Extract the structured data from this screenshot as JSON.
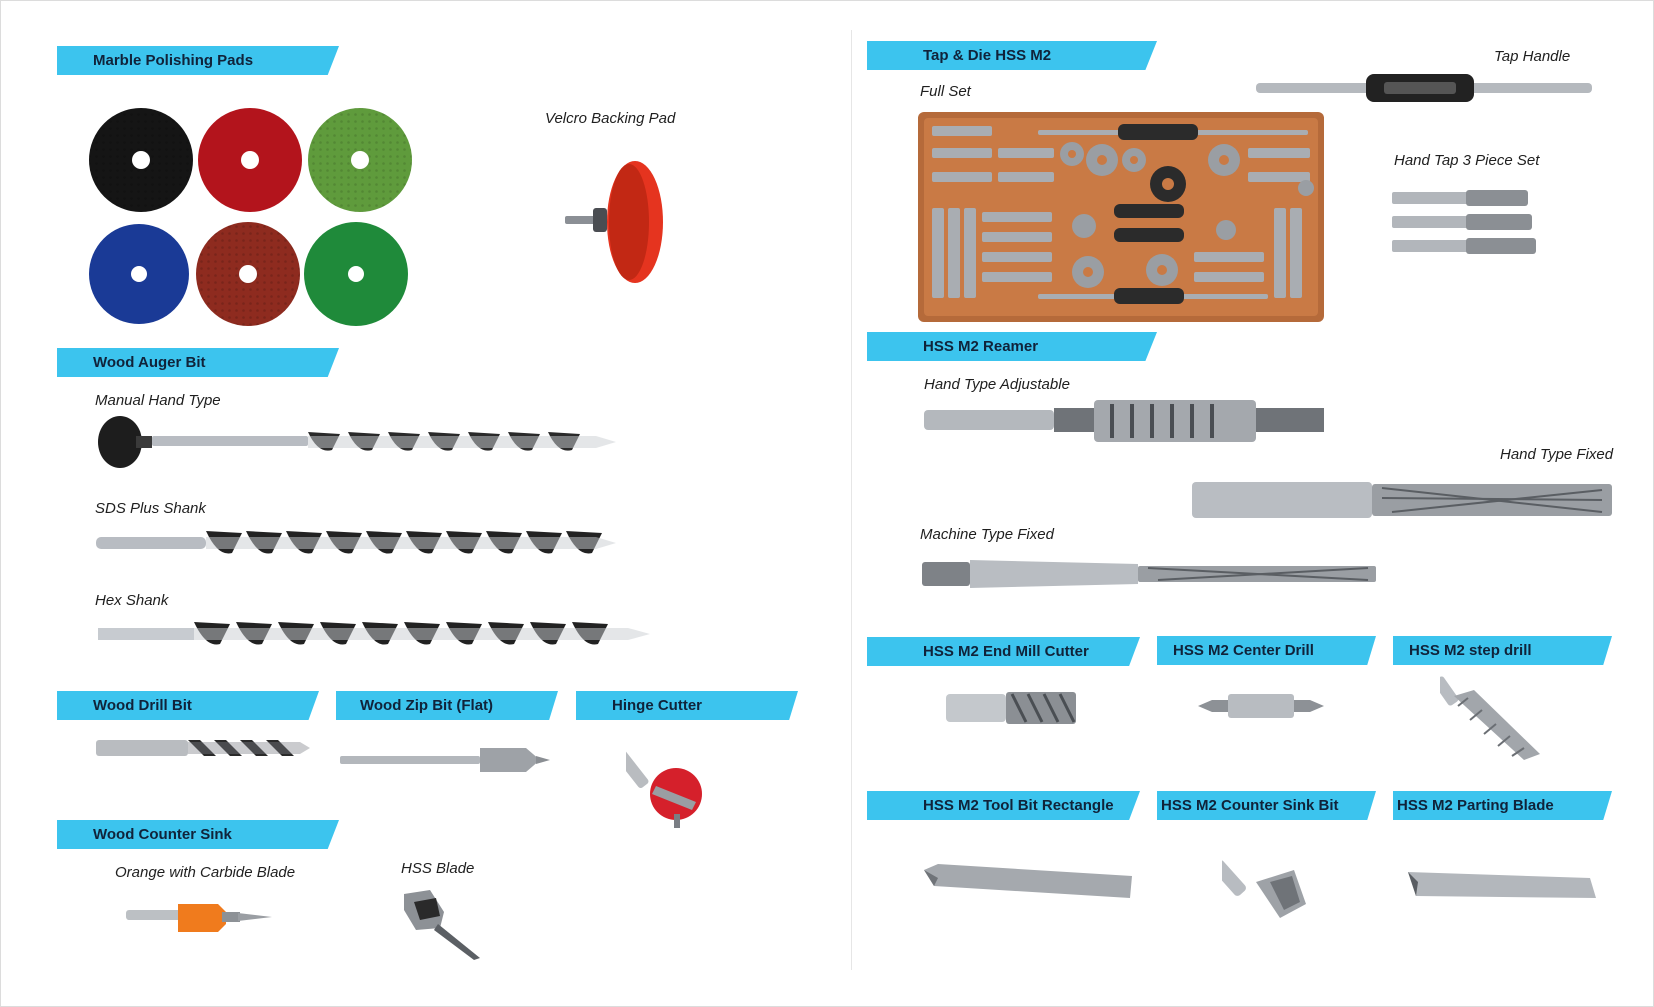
{
  "banners": {
    "marble_polishing_pads": "Marble Polishing Pads",
    "wood_auger_bit": "Wood Auger Bit",
    "wood_drill_bit": "Wood Drill Bit",
    "wood_zip_bit": "Wood Zip Bit (Flat)",
    "hinge_cutter": "Hinge Cutter",
    "wood_counter_sink": "Wood Counter Sink",
    "tap_die": "Tap & Die HSS M2",
    "reamer": "HSS M2 Reamer",
    "end_mill": "HSS M2 End Mill Cutter",
    "center_drill": "HSS M2 Center Drill",
    "step_drill": "HSS M2 step drill",
    "tool_bit": "HSS M2 Tool Bit Rectangle",
    "counter_sink_bit": "HSS M2 Counter Sink Bit",
    "parting_blade": "HSS M2 Parting Blade"
  },
  "captions": {
    "velcro_backing_pad": "Velcro Backing Pad",
    "manual_hand_type": "Manual Hand Type",
    "sds_plus_shank": "SDS Plus Shank",
    "hex_shank": "Hex Shank",
    "orange_carbide": "Orange with Carbide Blade",
    "hss_blade": "HSS Blade",
    "full_set": "Full Set",
    "tap_handle": "Tap Handle",
    "hand_tap_set": "Hand Tap 3 Piece Set",
    "hand_type_adjustable": "Hand Type Adjustable",
    "hand_type_fixed": "Hand Type Fixed",
    "machine_type_fixed": "Machine Type Fixed"
  },
  "colors": {
    "banner": "#3cc4ee",
    "banner_text": "#10233a"
  }
}
